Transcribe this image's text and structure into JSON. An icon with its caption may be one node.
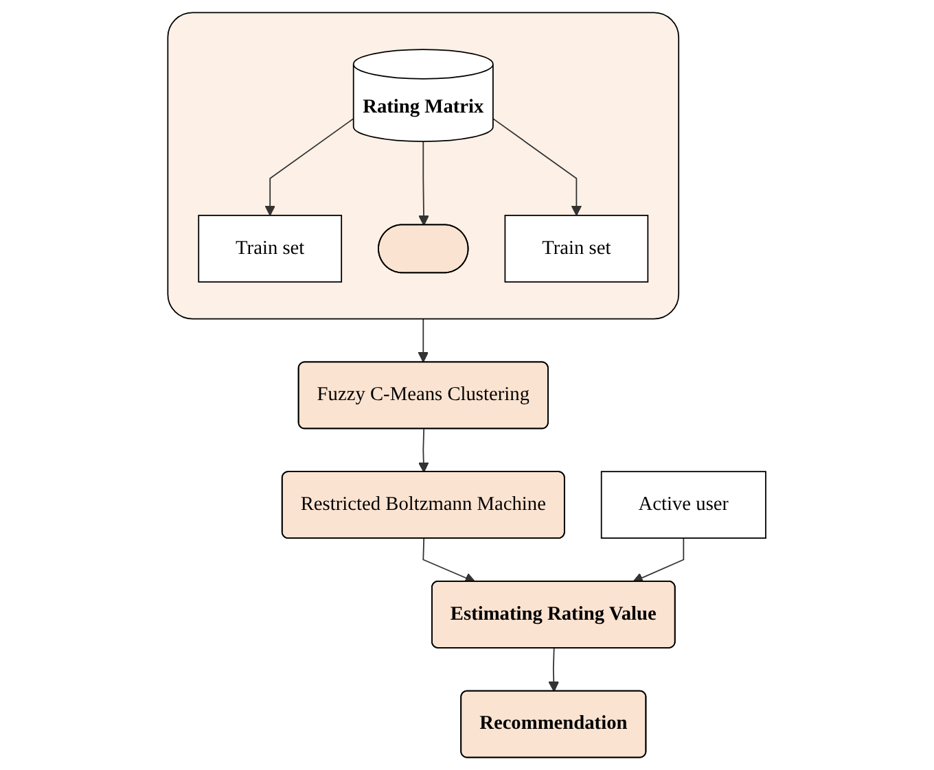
{
  "diagram": {
    "nodes": [
      {
        "text": [],
        "shape": "box"
      },
      {
        "text": [
          "Rating Matrix"
        ],
        "in": 0
      },
      {
        "text": [
          "Train set"
        ],
        "in": 0
      },
      {
        "text": [],
        "shape": "ellipse",
        "in": 0
      },
      {
        "text": [
          "Train set"
        ],
        "in": 0
      },
      {
        "text": [
          "Fuzzy C-Means Clustering"
        ]
      },
      {
        "text": [
          "Restricted Boltzmann Machine"
        ]
      },
      {
        "text": [
          "Estimating Rating Value"
        ]
      },
      {
        "text": [
          "Active user"
        ]
      },
      {
        "text": [
          "Recommendation"
        ]
      }
    ],
    "edges": [
      {
        "from": 1,
        "to": 2,
        "arrow": "to"
      },
      {
        "from": 1,
        "to": 3,
        "arrow": "to"
      },
      {
        "from": 1,
        "to": 4,
        "arrow": "to"
      },
      {
        "from": 0,
        "to": 5,
        "arrow": "to"
      },
      {
        "from": 5,
        "to": 6,
        "arrow": "to"
      },
      {
        "from": 6,
        "to": 7,
        "arrow": "to"
      },
      {
        "from": 8,
        "to": 7,
        "arrow": "to"
      },
      {
        "from": 7,
        "to": 9,
        "arrow": "to"
      }
    ]
  }
}
